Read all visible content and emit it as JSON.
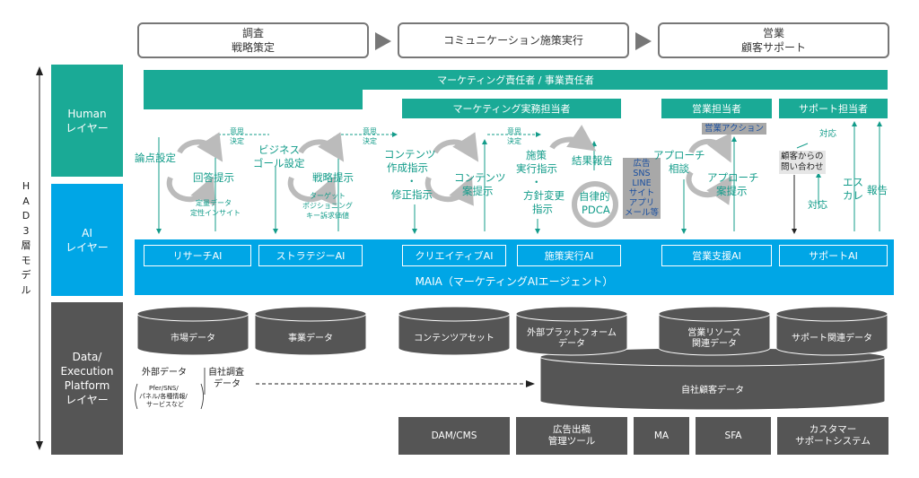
{
  "phases": [
    {
      "line1": "調査",
      "line2": "戦略策定"
    },
    {
      "line1": "コミュニケーション施策実行",
      "line2": ""
    },
    {
      "line1": "営業",
      "line2": "顧客サポート"
    }
  ],
  "model_label_chars": [
    "H",
    "A",
    "D",
    "3",
    "層",
    "モ",
    "デ",
    "ル"
  ],
  "layers": {
    "human": {
      "line1": "Human",
      "line2": "レイヤー"
    },
    "ai": {
      "line1": "AI",
      "line2": "レイヤー"
    },
    "data": {
      "line1": "Data/",
      "line2": "Execution",
      "line3": "Platform",
      "line4": "レイヤー"
    }
  },
  "human_bars": {
    "top": "マーケティング責任者 / 事業責任者",
    "practice": "マーケティング実務担当者",
    "sales": "営業担当者",
    "support": "サポート担当者"
  },
  "flow": {
    "ronten": "論点設定",
    "kaitou": "回答提示",
    "teiryou": "定量データ",
    "teisei": "定性インサイト",
    "ishi1a": "意思",
    "ishi1b": "決定",
    "biz1": "ビジネス",
    "biz2": "ゴール設定",
    "senryaku": "戦略提示",
    "target1": "ターゲット",
    "target2": "ポジショニング",
    "target3": "キー訴求価値",
    "ishi2a": "意思",
    "ishi2b": "決定",
    "cont1": "コンテンツ",
    "cont2": "作成指示",
    "dot1": "・",
    "shusei": "修正指示",
    "cont3": "コンテンツ",
    "cont4": "案提示",
    "ishi3a": "意思",
    "ishi3b": "決定",
    "shisaku1": "施策",
    "shisaku2": "実行指示",
    "dot2": "・",
    "houshin1": "方針変更",
    "houshin2": "指示",
    "kekka": "結果報告",
    "jiritsu1": "自律的",
    "jiritsu2": "PDCA",
    "channels": [
      "広告",
      "SNS",
      "LINE",
      "サイト",
      "アプリ",
      "メール等"
    ],
    "sales_action": "営業アクション",
    "approach1": "アプローチ",
    "approach2": "相談",
    "approach3": "アプローチ",
    "approach4": "案提示",
    "inquiry1": "顧客からの",
    "inquiry2": "問い合わせ",
    "taiou1": "対応",
    "taiou2": "対応",
    "esuka1": "エス",
    "esuka2": "カレ",
    "houkoku": "報告"
  },
  "ai_agents": [
    "リサーチAI",
    "ストラテジーAI",
    "クリエイティブAI",
    "施策実行AI",
    "営業支援AI",
    "サポートAI"
  ],
  "maia": "MAIA（マーケティングAIエージェント）",
  "databases": [
    {
      "line1": "市場データ",
      "line2": ""
    },
    {
      "line1": "事業データ",
      "line2": ""
    },
    {
      "line1": "コンテンツアセット",
      "line2": ""
    },
    {
      "line1": "外部プラットフォーム",
      "line2": "データ"
    },
    {
      "line1": "営業リソース",
      "line2": "関連データ"
    },
    {
      "line1": "サポート関連データ",
      "line2": ""
    }
  ],
  "own_customer_data": "自社顧客データ",
  "external": {
    "label": "外部データ",
    "paren1": "Pfer/SNS/",
    "paren2": "パネル/各種情報/",
    "paren3": "サービスなど",
    "own1": "自社調査",
    "own2": "データ"
  },
  "platforms": [
    {
      "line1": "DAM/CMS",
      "line2": ""
    },
    {
      "line1": "広告出稿",
      "line2": "管理ツール"
    },
    {
      "line1": "MA",
      "line2": ""
    },
    {
      "line1": "SFA",
      "line2": ""
    },
    {
      "line1": "カスタマー",
      "line2": "サポートシステム"
    }
  ],
  "colors": {
    "teal": "#1aaa96",
    "blue": "#00a6e6",
    "dark": "#555555",
    "gray": "#a8a8a8"
  }
}
